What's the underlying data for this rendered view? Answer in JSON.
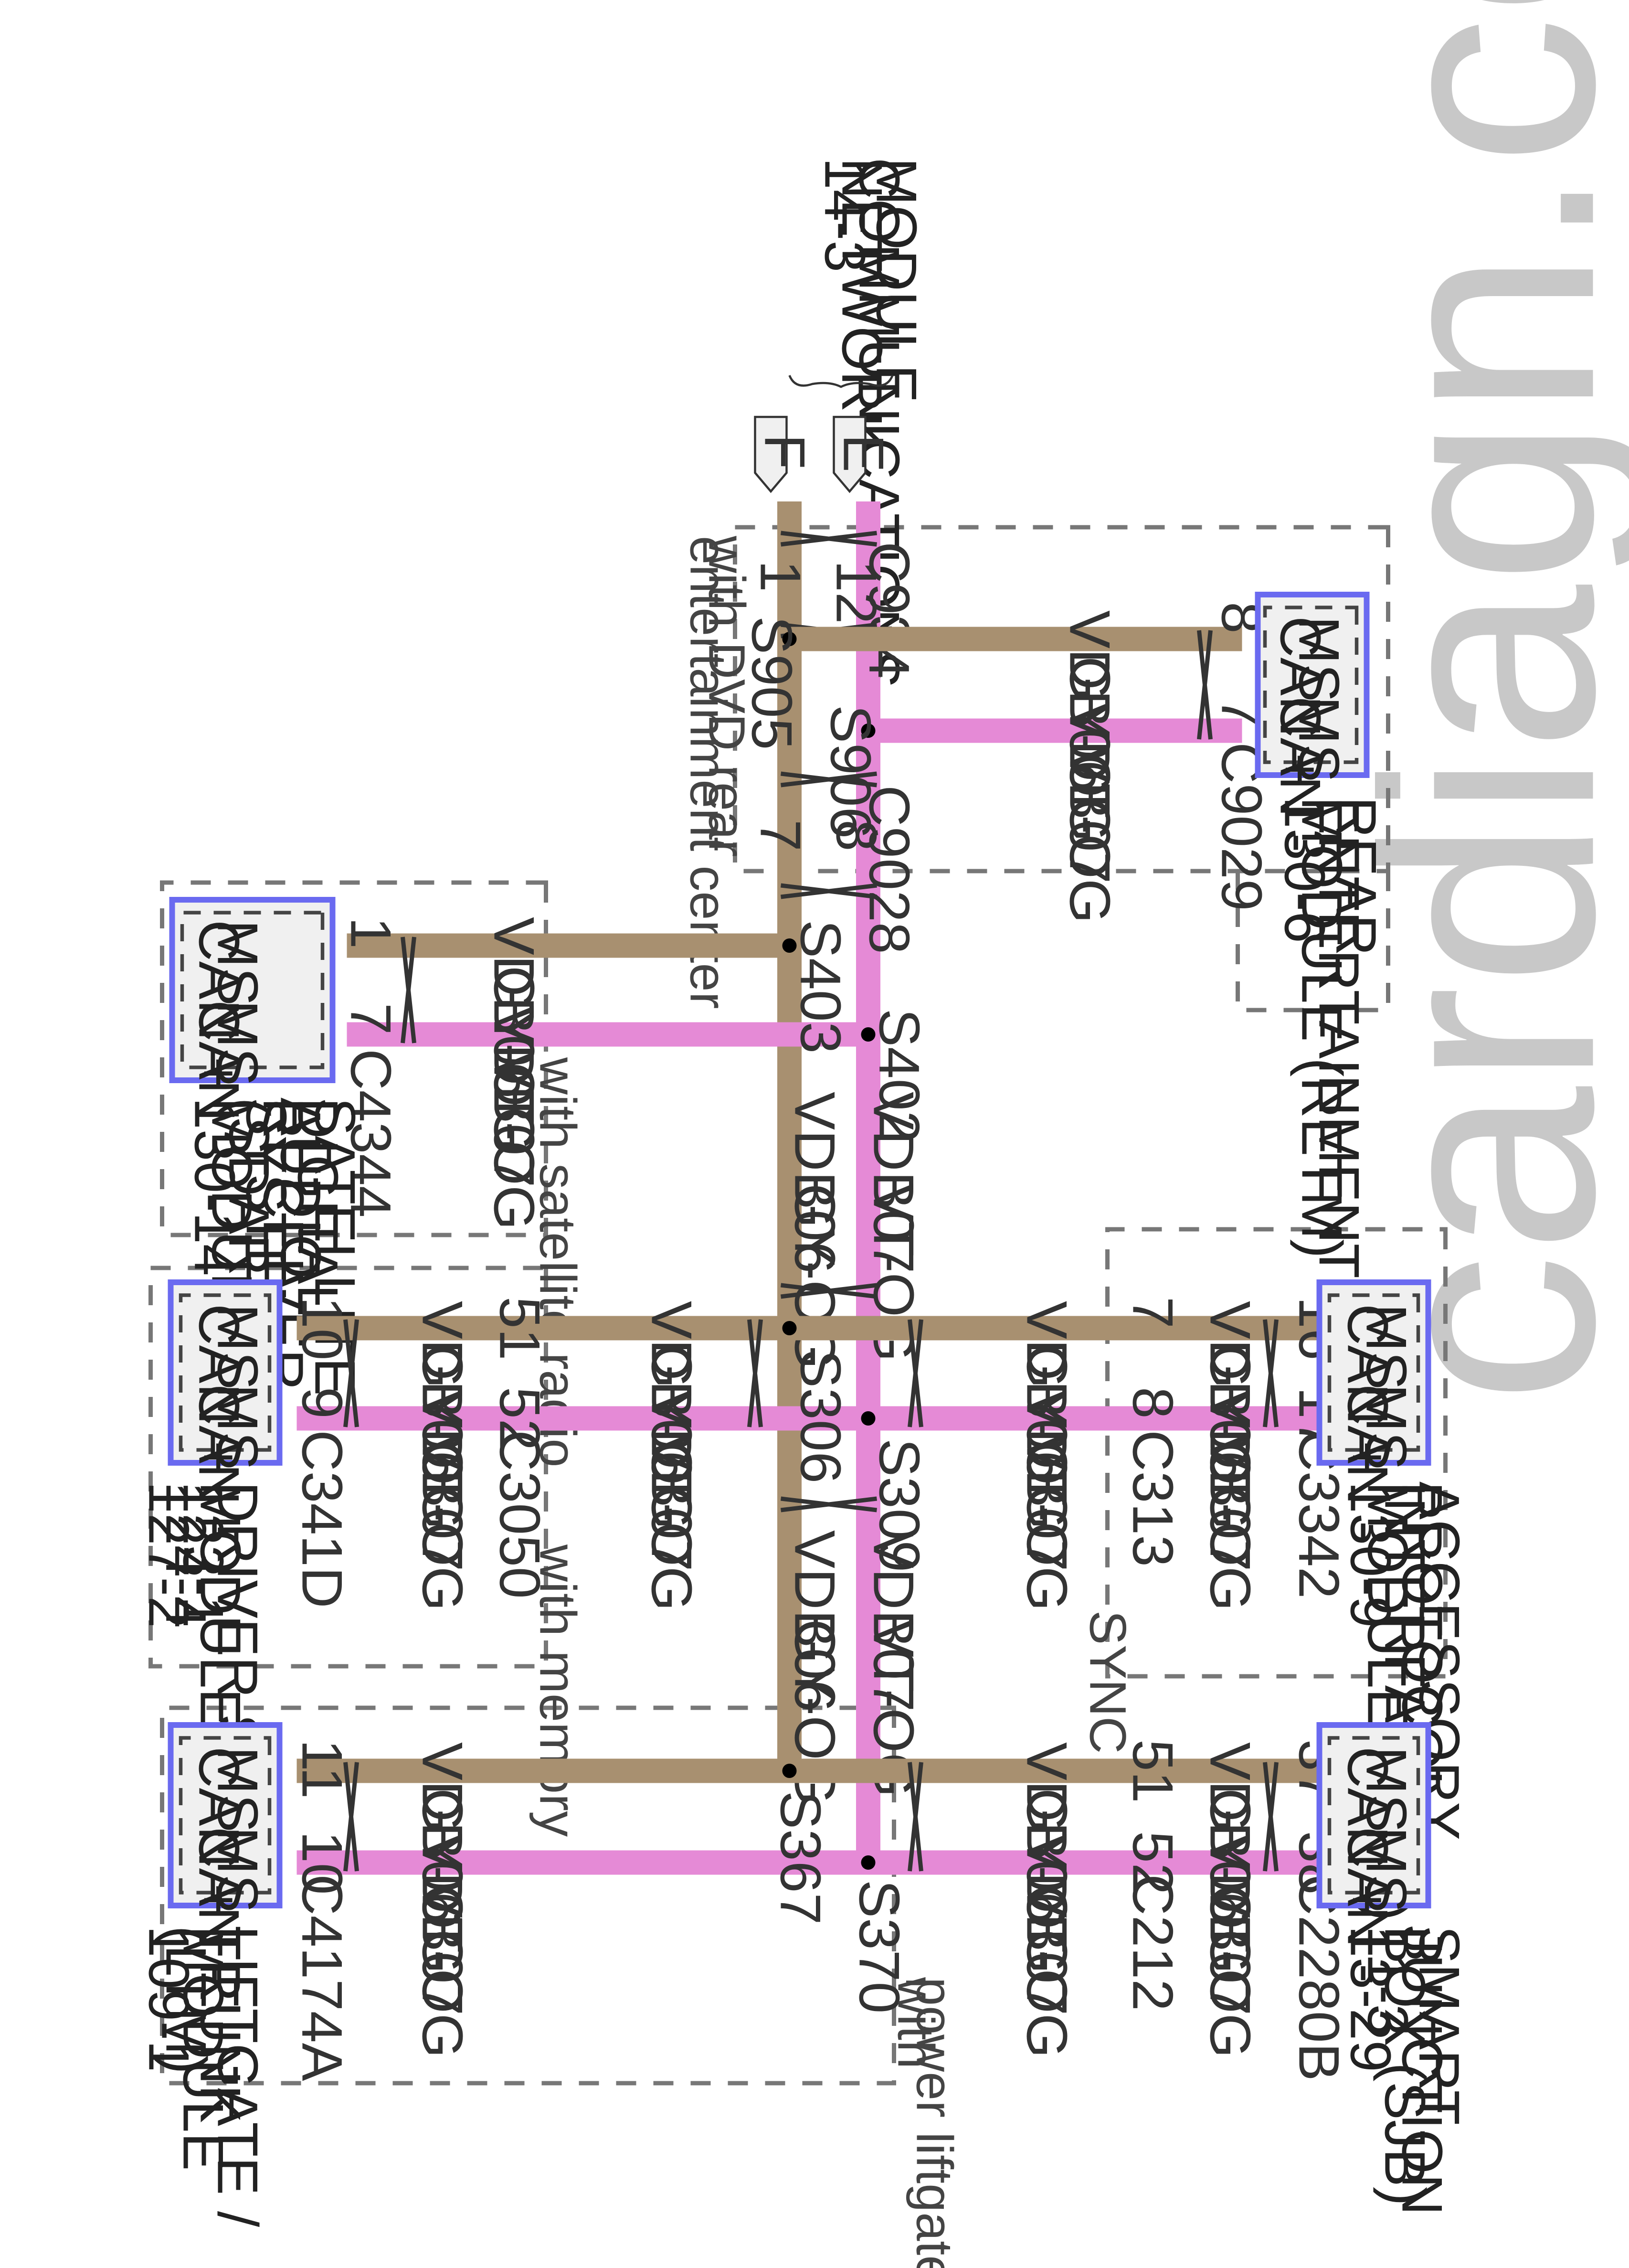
{
  "colors": {
    "gy_og": "#a89070",
    "vt_og": "#e58ad6",
    "module_border": "#6a6af0"
  },
  "watermark": "cardiagn.com",
  "ref": {
    "lines": [
      "MODULE",
      "COMMUNICATIONS",
      "NETWORK",
      "14-3"
    ]
  },
  "connectors": {
    "e": "E",
    "f": "F"
  },
  "notes": {
    "dvd": [
      "with DVD rear",
      "entertainment center"
    ],
    "satellite": "with satellite radio",
    "memory": "with memory",
    "sync": "SYNC",
    "liftgate": [
      "with",
      "power liftgate"
    ]
  },
  "splices": [
    "S905",
    "S906",
    "S403",
    "S402",
    "S306",
    "S309",
    "S367",
    "S370"
  ],
  "wires": {
    "can_plus": "VDB06",
    "can_minus": "VDB07",
    "color_plus": "GY-OG",
    "color_minus": "VT-OG"
  },
  "inline_connectors": {
    "c934": "C934",
    "c9028": "C9028",
    "c3050": "C3050",
    "c313": "C313",
    "c212": "C212"
  },
  "pins": {
    "c934_e": "12",
    "c934_f": "1",
    "c9028_e": "8",
    "c9028_f": "7",
    "retm_plus": "8",
    "retm_minus": "7",
    "sdars_plus": "1",
    "sdars_minus": "7",
    "dsm_plus": "10",
    "dsm_minus": "9",
    "c3050_plus": "51",
    "c3050_minus": "52",
    "c313_plus": "7",
    "c313_minus": "8",
    "apim_plus": "16",
    "apim_minus": "17",
    "ltm_plus": "11",
    "ltm_minus": "10",
    "c212_plus": "51",
    "c212_minus": "52",
    "sjb_plus": "37",
    "sjb_minus": "38"
  },
  "modules": {
    "retm": {
      "connector": "C9029",
      "label": [
        "REAR",
        "ENTERTAINMENT",
        "MODULE (RETM)",
        "130-6"
      ]
    },
    "sdars": {
      "connector": "C4344",
      "label": [
        "SATELLITE",
        "DIGITAL",
        "AUDIO",
        "RECEIVER",
        "SYSTEM",
        "(SDARS)",
        "MODULE",
        "130-14"
      ]
    },
    "dsm": {
      "connector": "C341D",
      "label": [
        "DRIVER SEAT",
        "MODULE (DSM)",
        "123-1",
        "124-4",
        "127-2"
      ]
    },
    "apim": {
      "connector": "C3342",
      "label": [
        "ACCESSORY",
        "PROTOCOL",
        "INTERFACE",
        "MODULE (APIM)",
        "130-9"
      ]
    },
    "ltm": {
      "connector": "C4174A",
      "label": [
        "LIFTGATE /",
        "TRUNK",
        "MODULE",
        "(LTM)",
        "109-1"
      ]
    },
    "sjb": {
      "connector": "C2280B",
      "label": [
        "SMART",
        "JUNCTION",
        "BOX (SJB)",
        "11-3",
        "13-29"
      ]
    }
  },
  "pin_labels": {
    "ms": "MS",
    "can_plus": "CAN +",
    "can_minus": "CAN -"
  }
}
